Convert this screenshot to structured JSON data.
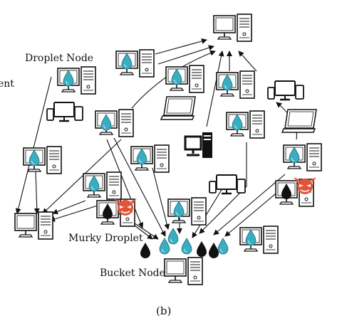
{
  "labels": {
    "droplet_node": "Droplet Node",
    "left_partial": "ent",
    "murky_droplet": "Murky Droplet",
    "bucket_node": "Bucket Node",
    "caption": "(b)"
  },
  "colors": {
    "stroke": "#111111",
    "droplet": "#3aaec0",
    "murky": "#111111",
    "adversary": "#e0553a"
  },
  "icons": [
    "desktop-computer-icon",
    "laptop-icon",
    "tablet-icon",
    "phone-icon",
    "tower-pc-icon",
    "water-drop-icon",
    "adversary-mask-icon",
    "arrow-icon"
  ]
}
